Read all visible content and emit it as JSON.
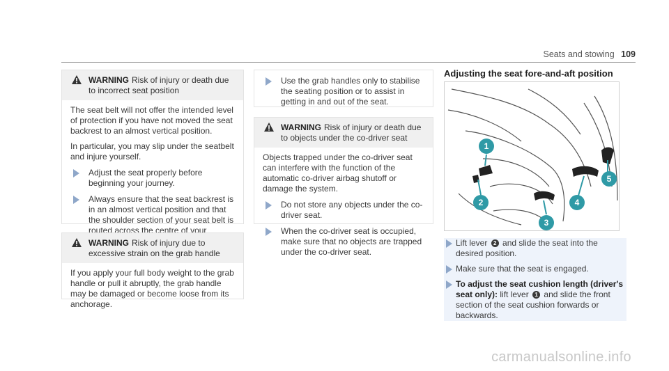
{
  "header": {
    "section": "Seats and stowing",
    "page_number": "109"
  },
  "warning1": {
    "label": "WARNING",
    "title": "Risk of injury or death due to incorrect seat position",
    "paragraphs": [
      "The seat belt will not offer the intended level of protection if you have not moved the seat backrest to an almost vertical position.",
      "In particular, you may slip under the seatbelt and injure yourself."
    ],
    "steps": [
      "Adjust the seat properly before beginning your journey.",
      "Always ensure that the seat backrest is in an almost vertical position and that the shoulder section of your seat belt is routed across the centre of your shoulder."
    ]
  },
  "warning2": {
    "label": "WARNING",
    "title": "Risk of injury due to excessive strain on the grab handle",
    "body": "If you apply your full body weight to the grab handle or pull it abruptly, the grab handle may be damaged or become loose from its anchorage."
  },
  "grab_note": {
    "step": "Use the grab handles only to stabilise the seating position or to assist in getting in and out of the seat."
  },
  "warning3": {
    "label": "WARNING",
    "title": "Risk of injury or death due to objects under the co-driver seat",
    "body": "Objects trapped under the co-driver seat can interfere with the function of the automatic co-driver airbag shutoff or damage the system.",
    "steps": [
      "Do not store any objects under the co-driver seat.",
      "When the co-driver seat is occupied, make sure that no objects are trapped under the co-driver seat."
    ]
  },
  "section": {
    "title": "Adjusting the seat fore-and-aft position",
    "callouts": [
      "1",
      "2",
      "3",
      "4",
      "5"
    ],
    "step1_pre": "Lift lever",
    "step1_num": "2",
    "step1_post": "and slide the seat into the desired position.",
    "step2": "Make sure that the seat is engaged.",
    "step3_bold": "To adjust the seat cushion length (driver's seat only):",
    "step3_pre": "lift lever",
    "step3_num": "1",
    "step3_post": "and slide the front section of the seat cushion forwards or backwards."
  },
  "watermark": "carmanualsonline.info",
  "colors": {
    "arrow": "#8fa7c9",
    "callout": "#2f9aa6",
    "warning_bg": "#f0f0f0"
  }
}
